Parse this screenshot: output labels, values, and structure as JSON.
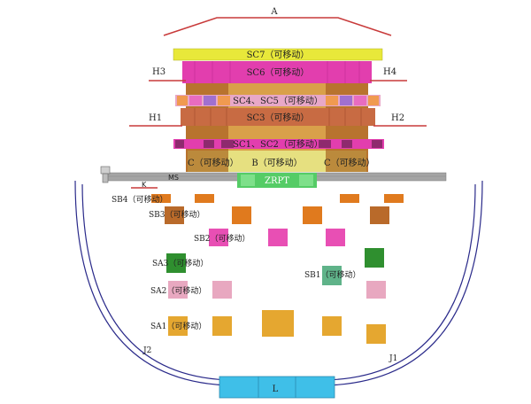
{
  "labels": {
    "a": "A",
    "sc7": "SC7（可移动）",
    "sc6": "SC6（可移动）",
    "h3": "H3",
    "h4": "H4",
    "sc45": "SC4、SC5（可移动）",
    "sc3": "SC3（可移动）",
    "h1": "H1",
    "h2": "H2",
    "sc12": "SC1、SC2（可移动）",
    "c_left": "C（可移动）",
    "b": "B（可移动）",
    "c_right": "C（可移动）",
    "ms": "MS",
    "zrpt": "ZRPT",
    "k": "K",
    "sb4": "SB4（可移动）",
    "sb3": "SB3（可移动）",
    "sb2": "SB2（可移动）",
    "sa3": "SA3（可移动）",
    "sb1": "SB1（可移动）",
    "sa2": "SA2（可移动）",
    "sa1": "SA1（可移动）",
    "j2": "J2",
    "j1": "J1",
    "l": "L"
  },
  "colors": {
    "sc7": "#e8e83a",
    "sc6": "#e23eae",
    "stage_brown": "#b8732e",
    "sc45_pink": "#e86cc0",
    "sc3": "#c86b43",
    "c_wing": "#bb8a3c",
    "b_center": "#e6e080",
    "ms_bar": "#a5a5a5",
    "zrpt": "#55cc66",
    "sb_orange": "#e07a1e",
    "sb3_brown": "#b96a2a",
    "sb2_pink": "#e84fb4",
    "sa3_green": "#2f8f2f",
    "sb1_teal": "#5fb389",
    "sa2_pink": "#e8a8c0",
    "sa1_gold": "#e5a730",
    "arc": "#2a2a8a",
    "l_box": "#3fbfe8",
    "line_red": "#c83a3a"
  }
}
